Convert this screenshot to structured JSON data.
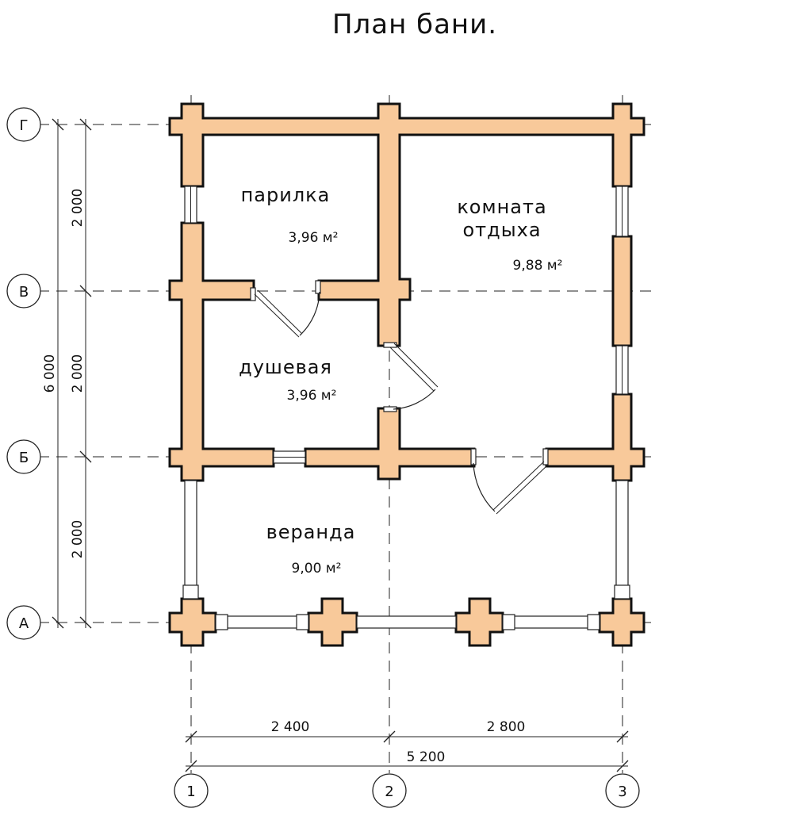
{
  "title": "План бани.",
  "rooms": [
    {
      "name": "парилка",
      "area": "3,96 м²"
    },
    {
      "name_line1": "комната",
      "name_line2": "отдыха",
      "area": "9,88 м²"
    },
    {
      "name": "душевая",
      "area": "3,96 м²"
    },
    {
      "name": "веранда",
      "area": "9,00 м²"
    }
  ],
  "axes_rows": [
    "Г",
    "В",
    "Б",
    "А"
  ],
  "axes_cols": [
    "1",
    "2",
    "3"
  ],
  "dims_vertical": {
    "total": "6 000",
    "parts": [
      "2 000",
      "2 000",
      "2 000"
    ]
  },
  "dims_horizontal": {
    "parts": [
      "2 400",
      "2 800"
    ],
    "total": "5 200"
  },
  "colors": {
    "wood": "#f8c99a",
    "line": "#111111"
  }
}
